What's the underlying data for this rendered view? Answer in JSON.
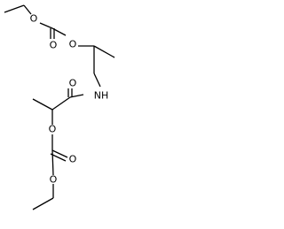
{
  "molecule": {
    "atom_labels": {
      "o_ester_top": "O",
      "o_carbonyl_top": "O",
      "o_link_top": "O",
      "n_amide": "NH",
      "o_amide": "O",
      "o_link_bottom": "O",
      "o_carbonyl_bottom": "O",
      "o_ester_bottom": "O"
    }
  }
}
